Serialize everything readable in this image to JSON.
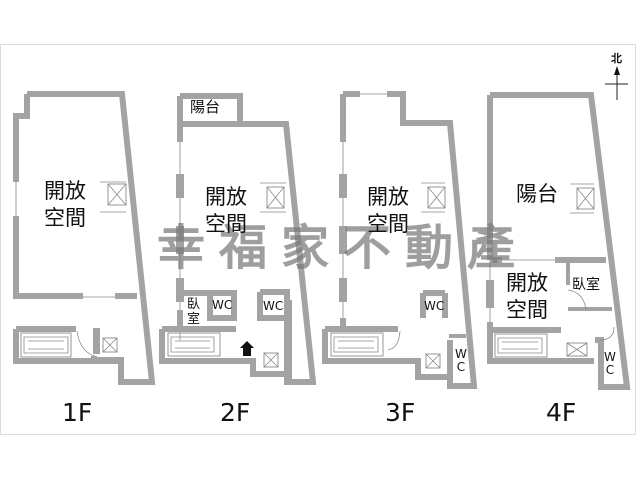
{
  "floorplan": {
    "watermark": "幸福家不動產",
    "north_label": "北",
    "colors": {
      "wall": "#a3a3a3",
      "text": "#111111",
      "watermark": "#787878",
      "frame": "#dcdcdc"
    },
    "floors": [
      {
        "label": "1F",
        "rooms": {
          "main": [
            "開放",
            "空間"
          ]
        }
      },
      {
        "label": "2F",
        "rooms": {
          "balcony": "陽台",
          "main": [
            "開放",
            "空間"
          ],
          "bedroom": [
            "臥",
            "室"
          ],
          "wc1": "WC",
          "wc2": "WC"
        }
      },
      {
        "label": "3F",
        "rooms": {
          "main": [
            "開放",
            "空間"
          ],
          "wc1": "WC",
          "wc2": [
            "W",
            "C"
          ]
        }
      },
      {
        "label": "4F",
        "rooms": {
          "balcony": "陽台",
          "main": [
            "開放",
            "空間"
          ],
          "bedroom": "臥室",
          "wc": [
            "W",
            "C"
          ]
        }
      }
    ]
  }
}
